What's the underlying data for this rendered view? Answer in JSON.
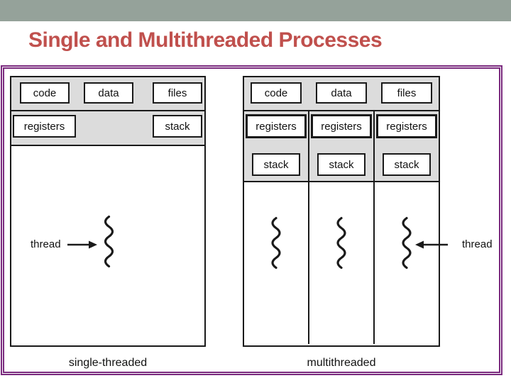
{
  "title": "Single and Multithreaded Processes",
  "colors": {
    "top_bar": "#95A29A",
    "title_text": "#C0504D",
    "frame_border": "#7A2A7E",
    "band_fill": "#DCDCDC",
    "line_color": "#1A1A1A"
  },
  "left_diagram": {
    "caption": "single-threaded",
    "top_boxes": [
      "code",
      "data",
      "files"
    ],
    "mid_boxes": [
      "registers",
      "stack"
    ],
    "thread_label": "thread"
  },
  "right_diagram": {
    "caption": "multithreaded",
    "top_boxes": [
      "code",
      "data",
      "files"
    ],
    "columns": [
      {
        "registers": "registers",
        "stack": "stack"
      },
      {
        "registers": "registers",
        "stack": "stack"
      },
      {
        "registers": "registers",
        "stack": "stack"
      }
    ],
    "thread_label": "thread"
  }
}
